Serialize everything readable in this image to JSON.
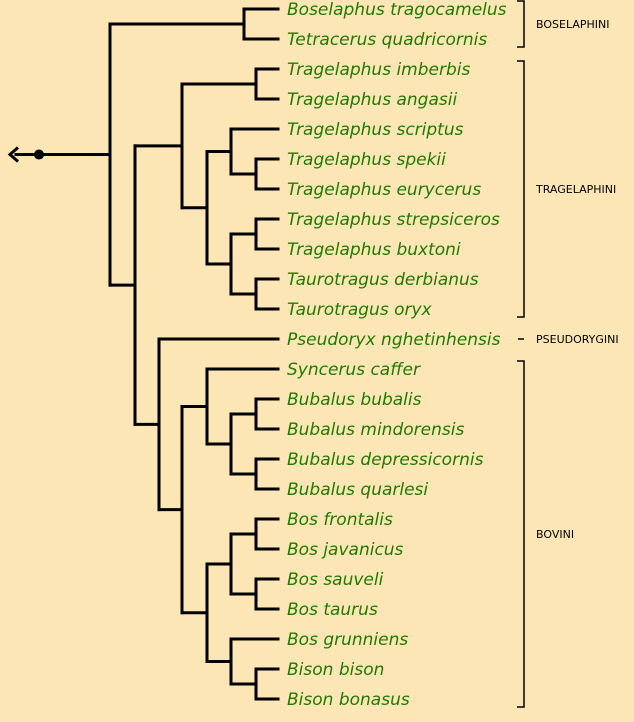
{
  "colors": {
    "background": "#fde6b5",
    "species_text": "#1f7a00",
    "lines": "#000000",
    "tribe_text": "#000000"
  },
  "species": [
    "Boselaphus tragocamelus",
    "Tetracerus quadricornis",
    "Tragelaphus imberbis",
    "Tragelaphus angasii",
    "Tragelaphus scriptus",
    "Tragelaphus spekii",
    "Tragelaphus eurycerus",
    "Tragelaphus strepsiceros",
    "Tragelaphus buxtoni",
    "Taurotragus derbianus",
    "Taurotragus oryx",
    "Pseudoryx nghetinhensis",
    "Syncerus caffer",
    "Bubalus bubalis",
    "Bubalus mindorensis",
    "Bubalus depressicornis",
    "Bubalus quarlesi",
    "Bos frontalis",
    "Bos javanicus",
    "Bos sauveli",
    "Bos taurus",
    "Bos grunniens",
    "Bison bison",
    "Bison bonasus"
  ],
  "tribes": [
    {
      "name": "BOSELAPHINI",
      "from": 0,
      "to": 1
    },
    {
      "name": "TRAGELAPHINI",
      "from": 2,
      "to": 10
    },
    {
      "name": "PSEUDORYGINI",
      "from": 11,
      "to": 11
    },
    {
      "name": "BOVINI",
      "from": 12,
      "to": 23
    }
  ]
}
